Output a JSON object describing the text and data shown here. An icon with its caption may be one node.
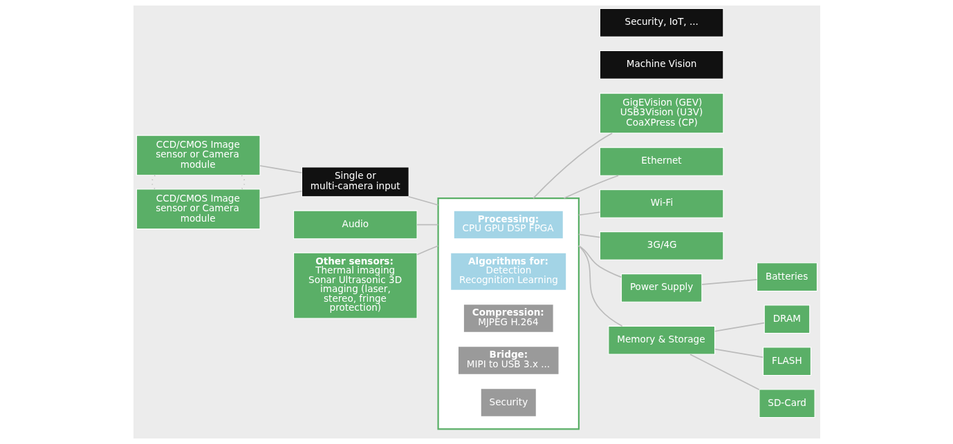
{
  "diagram": {
    "nodes": [
      {
        "text": [
          "CCD/CMOS Image sensor or Camera module"
        ]
      },
      {
        "text": [
          "CCD/CMOS Image sensor or Camera module"
        ]
      },
      {
        "text": [
          "Single or multi-camera input"
        ]
      },
      {
        "text": [
          "Audio"
        ]
      },
      {
        "text": [
          "Other sensors:",
          "Thermal imaging Sonar Ultrasonic 3D imaging (laser, stereo, fringe protection)"
        ]
      },
      {
        "text": [],
        "shape": "box"
      },
      {
        "text": [
          "Processing:",
          "CPU GPU DSP FPGA"
        ],
        "in": 5
      },
      {
        "text": [
          "Algorithms for:",
          "Detection Recognition Learning"
        ],
        "in": 5
      },
      {
        "text": [
          "Compression:",
          "MJPEG H.264"
        ],
        "in": 5
      },
      {
        "text": [
          "Bridge:",
          "MIPI to USB 3.x ..."
        ],
        "in": 5
      },
      {
        "text": [
          "Security"
        ],
        "in": 5
      },
      {
        "text": [
          "Machine Vision"
        ]
      },
      {
        "text": [
          "GigEVision (GEV) USB3Vision (U3V) CoaXPress (CP)"
        ]
      },
      {
        "text": [
          "Security, IoT, ..."
        ]
      },
      {
        "text": [
          "Ethernet"
        ]
      },
      {
        "text": [
          "Wi-Fi"
        ]
      },
      {
        "text": [
          "3G/4G"
        ]
      },
      {
        "text": [
          "Power Supply"
        ]
      },
      {
        "text": [
          "Batteries"
        ]
      },
      {
        "text": [
          "Memory & Storage"
        ]
      },
      {
        "text": [
          "DRAM"
        ]
      },
      {
        "text": [
          "FLASH"
        ]
      },
      {
        "text": [
          "SD-Card"
        ]
      }
    ],
    "edges": [
      {
        "from": 0,
        "to": 2,
        "arrow": "none"
      },
      {
        "from": 1,
        "to": 2,
        "arrow": "none"
      },
      {
        "from": 0,
        "to": 1,
        "arrow": "none",
        "style": "dashed"
      },
      {
        "from": 0,
        "to": 1,
        "arrow": "none",
        "style": "dashed"
      },
      {
        "from": 2,
        "to": 5,
        "arrow": "none"
      },
      {
        "from": 3,
        "to": 5,
        "arrow": "none"
      },
      {
        "from": 4,
        "to": 5,
        "arrow": "none"
      },
      {
        "from": 5,
        "to": 12,
        "arrow": "none"
      },
      {
        "from": 5,
        "to": 14,
        "arrow": "none"
      },
      {
        "from": 5,
        "to": 15,
        "arrow": "none"
      },
      {
        "from": 5,
        "to": 16,
        "arrow": "none"
      },
      {
        "from": 5,
        "to": 17,
        "arrow": "none"
      },
      {
        "from": 17,
        "to": 18,
        "arrow": "none"
      },
      {
        "from": 5,
        "to": 19,
        "arrow": "none"
      },
      {
        "from": 19,
        "to": 20,
        "arrow": "none"
      },
      {
        "from": 19,
        "to": 21,
        "arrow": "none"
      },
      {
        "from": 19,
        "to": 22,
        "arrow": "none"
      }
    ]
  }
}
